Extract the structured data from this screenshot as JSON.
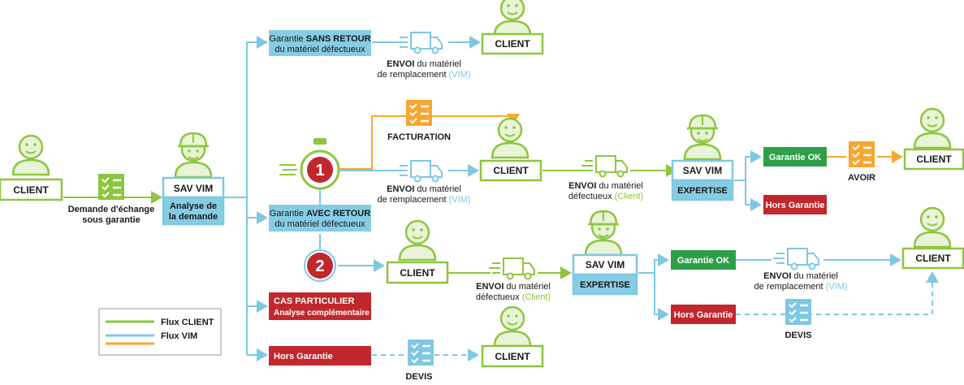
{
  "colors": {
    "green": "#8dc63f",
    "green_dark": "#2e9e48",
    "blue": "#7ec8e3",
    "blue_box": "#86cce4",
    "orange": "#f7a731",
    "red": "#c1272d",
    "text_dark": "#1a1a1a",
    "icon_fill": "#e8f3d7"
  },
  "nodes": {
    "client_left": "CLIENT",
    "demande_line1": "Demande d'échange",
    "demande_line2": "sous garantie",
    "sav_vim_main_title": "SAV VIM",
    "sav_vim_main_sub1": "Analyse de",
    "sav_vim_main_sub2": "la demande",
    "sans_retour_pre": "Garantie ",
    "sans_retour_bold": "SANS RETOUR",
    "sans_retour_line2": "du matériel défectueux",
    "envoi_top_bold": "ENVOI",
    "envoi_top_rest": " du matériel",
    "envoi_top_line2": "de remplacement ",
    "envoi_top_vim": "(VIM)",
    "client_top": "CLIENT",
    "facturation": "FACTURATION",
    "step1": "1",
    "step2": "2",
    "envoi_mid_bold": "ENVOI",
    "envoi_mid_rest": " du matériel",
    "envoi_mid_line2": "de remplacement ",
    "envoi_mid_vim": "(VIM)",
    "client_mid": "CLIENT",
    "envoi_def_mid_bold": "ENVOI",
    "envoi_def_mid_rest": " du matériel",
    "envoi_def_mid_line2": "défectueux ",
    "envoi_def_mid_client": "(Client)",
    "sav_vim_mid_title": "SAV VIM",
    "expertise_mid": "EXPERTISE",
    "garantie_ok_top": "Garantie OK",
    "avoir": "AVOIR",
    "client_far_top": "CLIENT",
    "hors_garantie_top": "Hors Garantie",
    "avec_retour_pre": "Garantie ",
    "avec_retour_bold": "AVEC RETOUR",
    "avec_retour_line2": "du matériel défectueux",
    "client_low": "CLIENT",
    "envoi_def_low_bold": "ENVOI",
    "envoi_def_low_rest": " du matériel",
    "envoi_def_low_line2": "défectueux ",
    "envoi_def_low_client": "(Client)",
    "sav_vim_low_title": "SAV VIM",
    "expertise_low": "EXPERTISE",
    "garantie_ok_low": "Garantie OK",
    "envoi_low_bold": "ENVOI",
    "envoi_low_rest": " du matériel",
    "envoi_low_line2": "de remplacement ",
    "envoi_low_vim": "(VIM)",
    "client_far_low": "CLIENT",
    "hors_garantie_low": "Hors Garantie",
    "devis_low": "DEVIS",
    "cas_particulier_line1": "CAS PARTICULIER",
    "cas_particulier_line2": "Analyse complémentaire",
    "hors_garantie_bottom": "Hors Garantie",
    "devis_bottom": "DEVIS",
    "client_bottom": "CLIENT"
  },
  "legend": {
    "items": [
      {
        "label": "Flux CLIENT",
        "color": "#8dc63f"
      },
      {
        "label": "Flux VIM",
        "color": "#7ec8e3"
      },
      {
        "label": "",
        "color": "#f7a731"
      }
    ]
  }
}
